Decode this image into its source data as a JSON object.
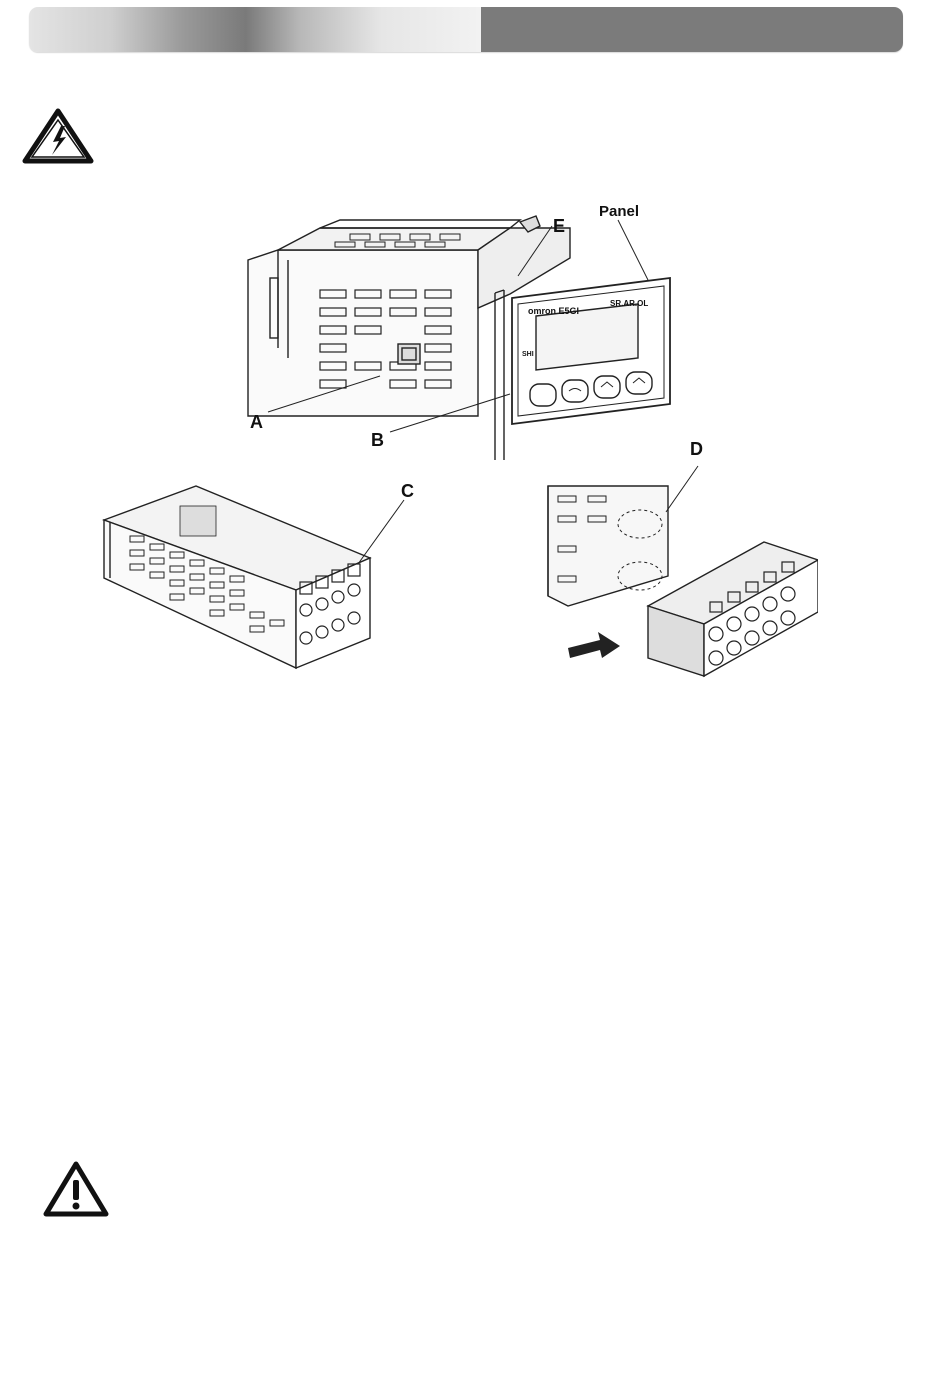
{
  "figure": {
    "callouts": {
      "a": "A",
      "b": "B",
      "c": "C",
      "d": "D",
      "e": "E",
      "panel": "Panel"
    },
    "device": {
      "brand": "omron E5GI",
      "model": "SR.AR.OL",
      "indicator": "SHI"
    }
  },
  "icons": {
    "electric_warning": "electric-shock-warning-icon",
    "general_warning": "exclamation-warning-icon"
  },
  "colors": {
    "header_dark": "#7b7b7b",
    "header_light": "#e4e4e4"
  }
}
